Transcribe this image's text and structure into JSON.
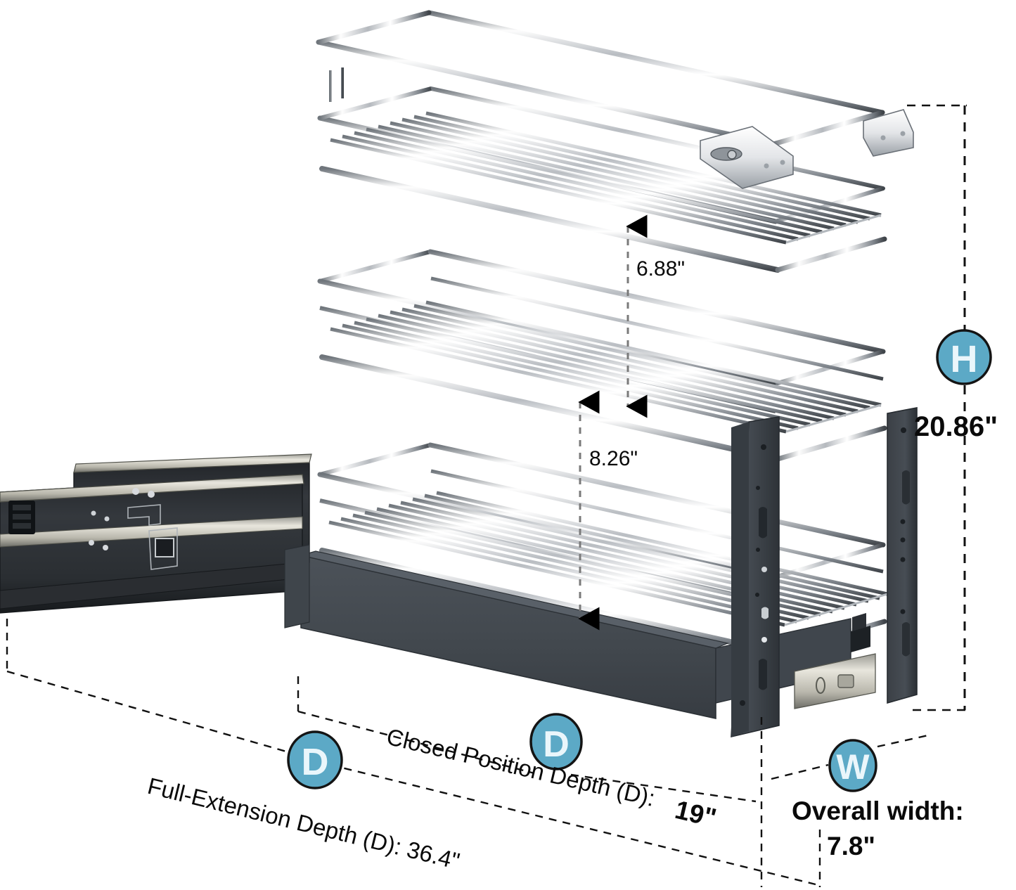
{
  "diagram": {
    "title": "Pull-out kitchen cabinet organizer dimension diagram",
    "background_color": "#ffffff",
    "badge_color": "#5CA9C6",
    "badge_text_color": "#eaf6fb",
    "badge_outline_color": "#1a1a1a",
    "line_color": "#111111",
    "chrome_color": "#d8dadd",
    "dark_metal_color": "#3c4247",
    "dark_panel_color": "#454b51"
  },
  "measurements": {
    "shelf_gap_upper": "6.88\"",
    "shelf_gap_lower": "8.26\"",
    "height_value": "20.86\"",
    "height_badge": "H",
    "width_badge": "W",
    "depth_badge_full": "D",
    "depth_badge_closed": "D",
    "width_label": "Overall width:",
    "width_value": "7.8\"",
    "full_extension_label": "Full-Extension Depth (D): 36.4\"",
    "closed_position_label": "Closed Position Depth (D):",
    "closed_position_value": "19\""
  },
  "parts": {
    "top_basket": "top-wire-basket",
    "middle_basket": "middle-wire-basket",
    "bottom_basket": "bottom-wire-basket",
    "drawer_slide": "full-extension-drawer-slide",
    "mounting_bracket_left": "mounting-bracket-left",
    "mounting_bracket_right": "mounting-bracket-right",
    "side_post_front": "dark-side-post-front",
    "side_post_rear": "dark-side-post-rear",
    "front_panel": "dark-front-panel"
  }
}
